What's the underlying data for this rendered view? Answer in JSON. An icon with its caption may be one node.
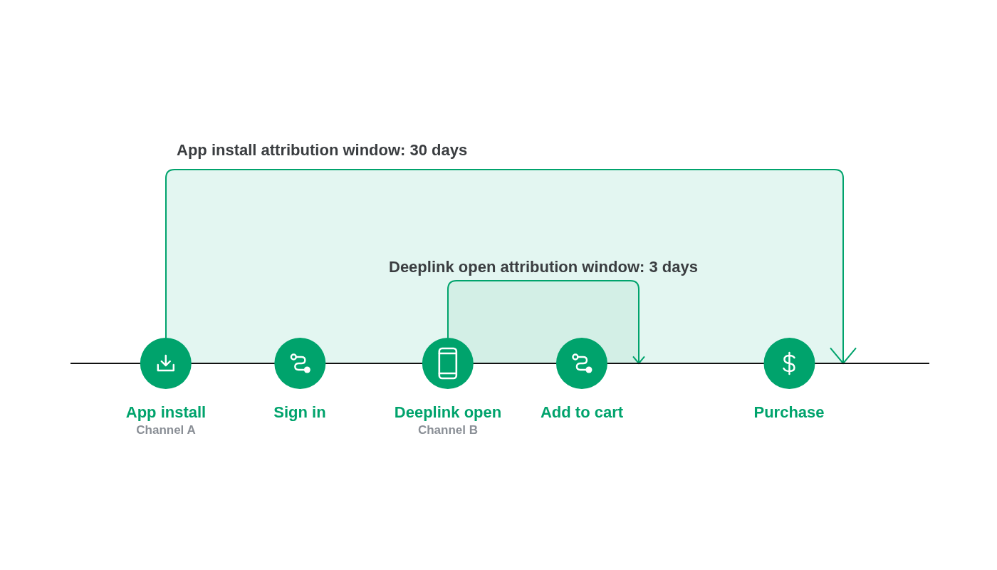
{
  "diagram": {
    "nodes": [
      {
        "text": [
          "App install"
        ],
        "beside": [
          "Channel A"
        ]
      },
      {
        "text": [
          "Sign in"
        ]
      },
      {
        "text": [
          "Deeplink open"
        ],
        "beside": [
          "Channel B"
        ]
      },
      {
        "text": [
          "Add to cart"
        ]
      },
      {
        "text": [
          "Purchase"
        ]
      }
    ],
    "edges": [
      {
        "from": 0,
        "to": null,
        "arrow": "to",
        "label": "App install attribution window: 30 days"
      },
      {
        "from": 2,
        "to": null,
        "arrow": "to",
        "label": "Deeplink open attribution window: 3 days"
      }
    ]
  }
}
